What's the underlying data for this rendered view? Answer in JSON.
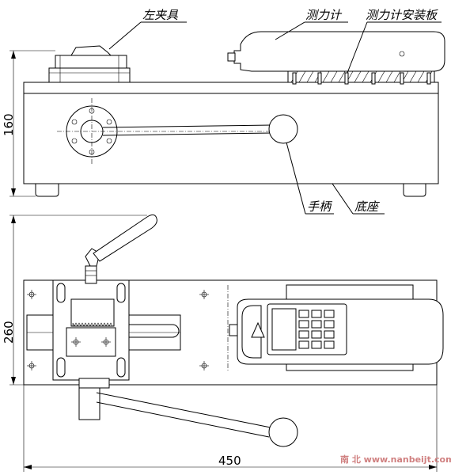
{
  "labels": {
    "left_clamp": "左夹具",
    "gauge": "测力计",
    "gauge_mount_plate": "测力计安装板",
    "handle": "手柄",
    "base": "底座"
  },
  "dimensions": {
    "height_front": "160",
    "depth_top": "260",
    "length": "450"
  },
  "watermark": "南 北  www.nanbeijt.com",
  "colors": {
    "line": "#000000",
    "watermark": "#d08080",
    "background": "#ffffff"
  },
  "icons": [
    "triangle-warning-icon"
  ]
}
